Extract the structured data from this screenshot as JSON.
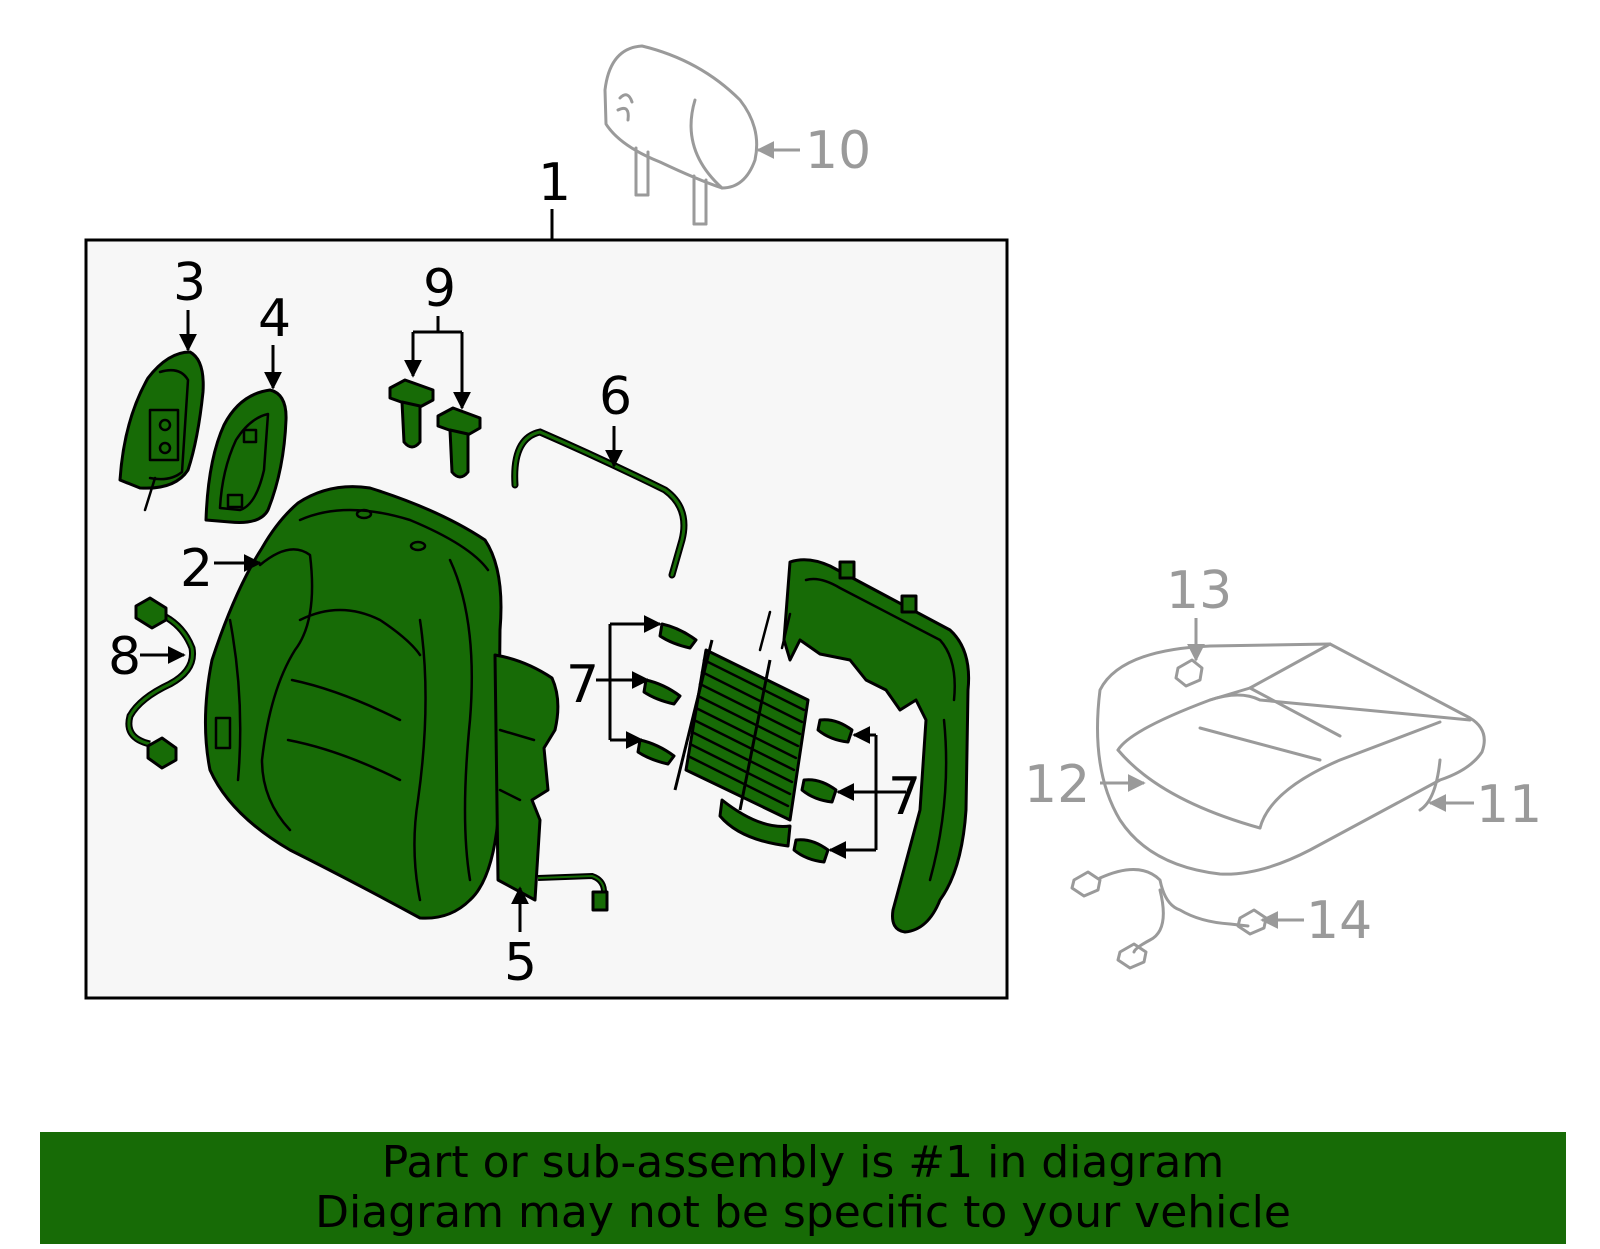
{
  "colors": {
    "highlight": "#176b06",
    "ghost_gray": "#9a9a9a",
    "box_fill": "#f7f7f7",
    "outline": "#000000"
  },
  "callouts": {
    "c1": "1",
    "c2": "2",
    "c3": "3",
    "c4": "4",
    "c5": "5",
    "c6": "6",
    "c7a": "7",
    "c7b": "7",
    "c8": "8",
    "c9": "9",
    "c10": "10",
    "c11": "11",
    "c12": "12",
    "c13": "13",
    "c14": "14"
  },
  "banner": {
    "line1": "Part or sub-assembly is #1 in diagram",
    "line2": "Diagram may not be specific to your vehicle"
  }
}
